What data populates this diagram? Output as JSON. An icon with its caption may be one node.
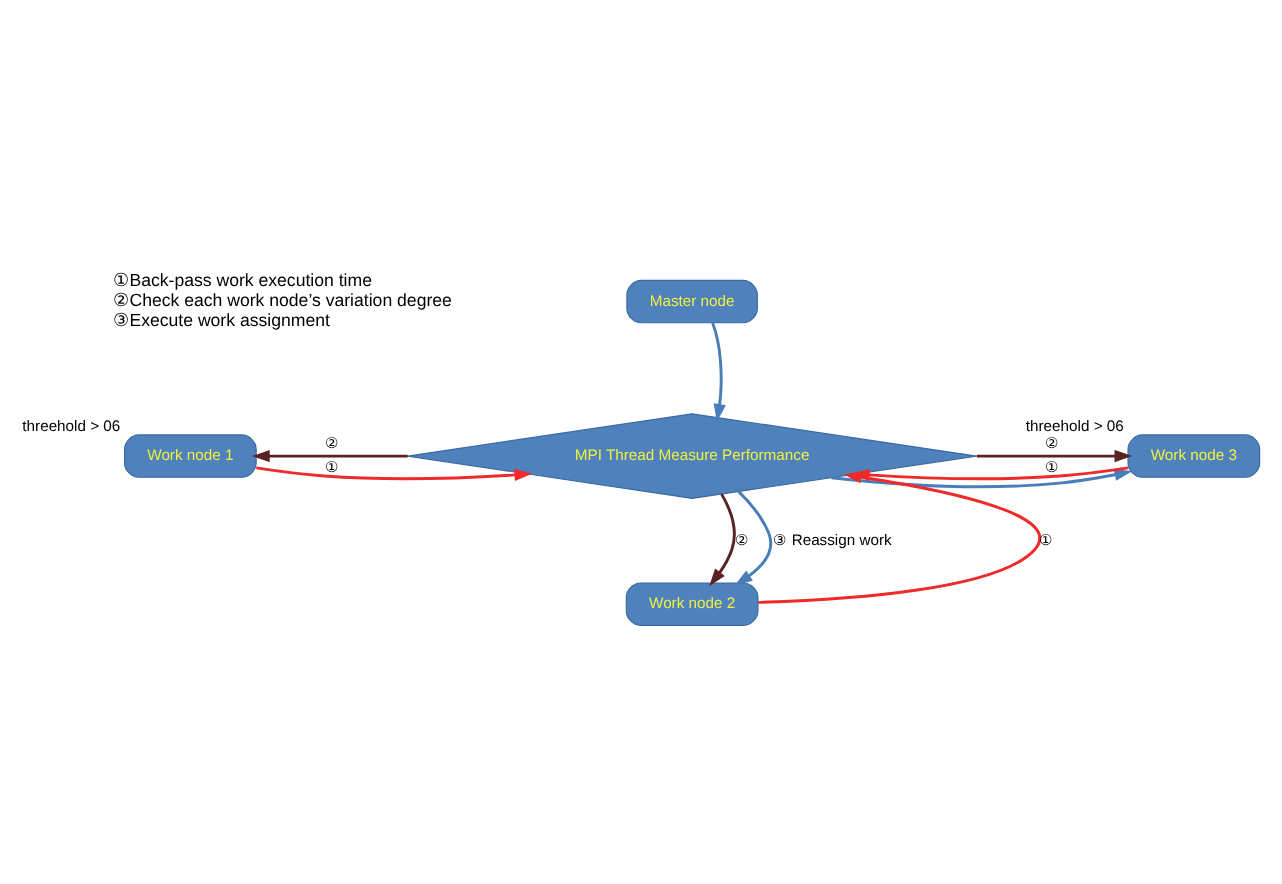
{
  "diagram": {
    "nodes": [
      {
        "text": [
          "Master node"
        ]
      },
      {
        "text": [
          "MPI Thread Measure Performance"
        ]
      },
      {
        "text": [
          "Work node 1"
        ],
        "beside": [
          "threehold > 06"
        ]
      },
      {
        "text": [
          "Work node 3"
        ],
        "beside": [
          "threehold > 06"
        ]
      },
      {
        "text": [
          "Work node 2"
        ]
      }
    ],
    "edges": [
      {
        "from": 0,
        "to": 1,
        "arrow": "to",
        "color": "#4a7ebb"
      },
      {
        "from": 1,
        "to": 2,
        "arrow": "to",
        "label": "②",
        "color": "#5a2323"
      },
      {
        "from": 2,
        "to": 1,
        "arrow": "to",
        "label": "①",
        "color": "#ee2a2a"
      },
      {
        "from": 1,
        "to": 3,
        "arrow": "to",
        "label": "②",
        "color": "#5a2323"
      },
      {
        "from": 1,
        "to": 3,
        "arrow": "to",
        "color": "#4a7ebb"
      },
      {
        "from": 3,
        "to": 1,
        "arrow": "to",
        "label": "①",
        "color": "#ee2a2a"
      },
      {
        "from": 1,
        "to": 4,
        "arrow": "to",
        "label": "②",
        "color": "#5a2323"
      },
      {
        "from": 4,
        "to": 1,
        "arrow": "to",
        "label": "①",
        "color": "#ee2a2a"
      },
      {
        "from": 1,
        "to": 4,
        "arrow": "to",
        "label": "③ Reassign work",
        "color": "#4a7ebb"
      }
    ],
    "labels": [
      "①Back-pass work execution time",
      "②Check each work node’s variation degree",
      "③Execute work assignment"
    ]
  }
}
